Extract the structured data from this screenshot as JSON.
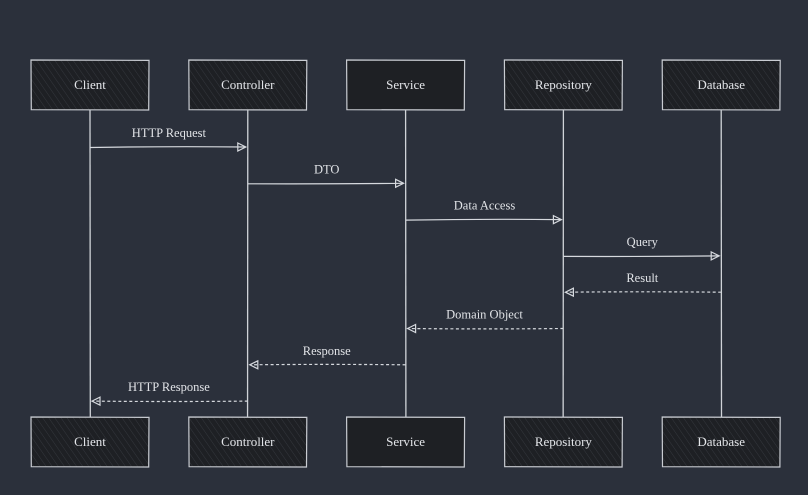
{
  "colors": {
    "background": "#2b303b",
    "box_fill": "#1e2024",
    "stroke": "#c9ccd2",
    "text": "#e4e6ea"
  },
  "participants": [
    {
      "id": "client",
      "label": "Client"
    },
    {
      "id": "controller",
      "label": "Controller"
    },
    {
      "id": "service",
      "label": "Service"
    },
    {
      "id": "repository",
      "label": "Repository"
    },
    {
      "id": "database",
      "label": "Database"
    }
  ],
  "messages": [
    {
      "from": "client",
      "to": "controller",
      "label": "HTTP Request",
      "style": "solid"
    },
    {
      "from": "controller",
      "to": "service",
      "label": "DTO",
      "style": "solid"
    },
    {
      "from": "service",
      "to": "repository",
      "label": "Data Access",
      "style": "solid"
    },
    {
      "from": "repository",
      "to": "database",
      "label": "Query",
      "style": "solid"
    },
    {
      "from": "database",
      "to": "repository",
      "label": "Result",
      "style": "dashed"
    },
    {
      "from": "repository",
      "to": "service",
      "label": "Domain Object",
      "style": "dashed"
    },
    {
      "from": "service",
      "to": "controller",
      "label": "Response",
      "style": "dashed"
    },
    {
      "from": "controller",
      "to": "client",
      "label": "HTTP Response",
      "style": "dashed"
    }
  ]
}
